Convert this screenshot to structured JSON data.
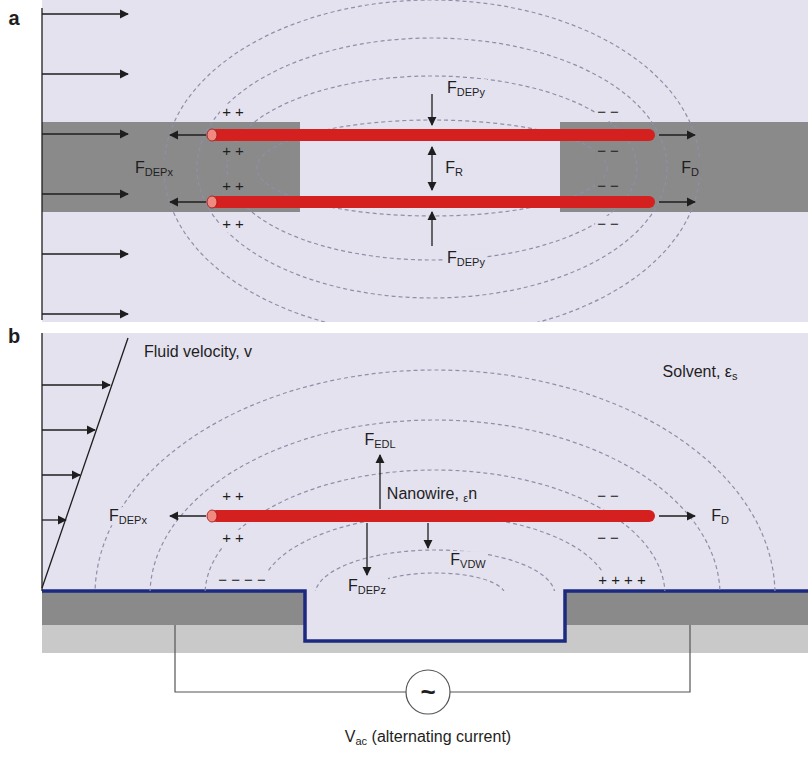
{
  "diagram": {
    "labels": [
      "a",
      "FDEPy",
      "+ +",
      "+ +",
      "+ +",
      "+ +",
      "− −",
      "− −",
      "− −",
      "− −",
      "FDEPx",
      "FR",
      "FD",
      "FDEPy",
      "b",
      "Fluid velocity, v",
      "Solvent, εs",
      "FEDL",
      "+ +",
      "Nanowire, εn",
      "− −",
      "FDEPx",
      "FD",
      "+ +",
      "− −",
      "FVDW",
      "FDEPz",
      "− − − −",
      "+ + + +",
      "~",
      "Vac (alternating current)"
    ]
  }
}
